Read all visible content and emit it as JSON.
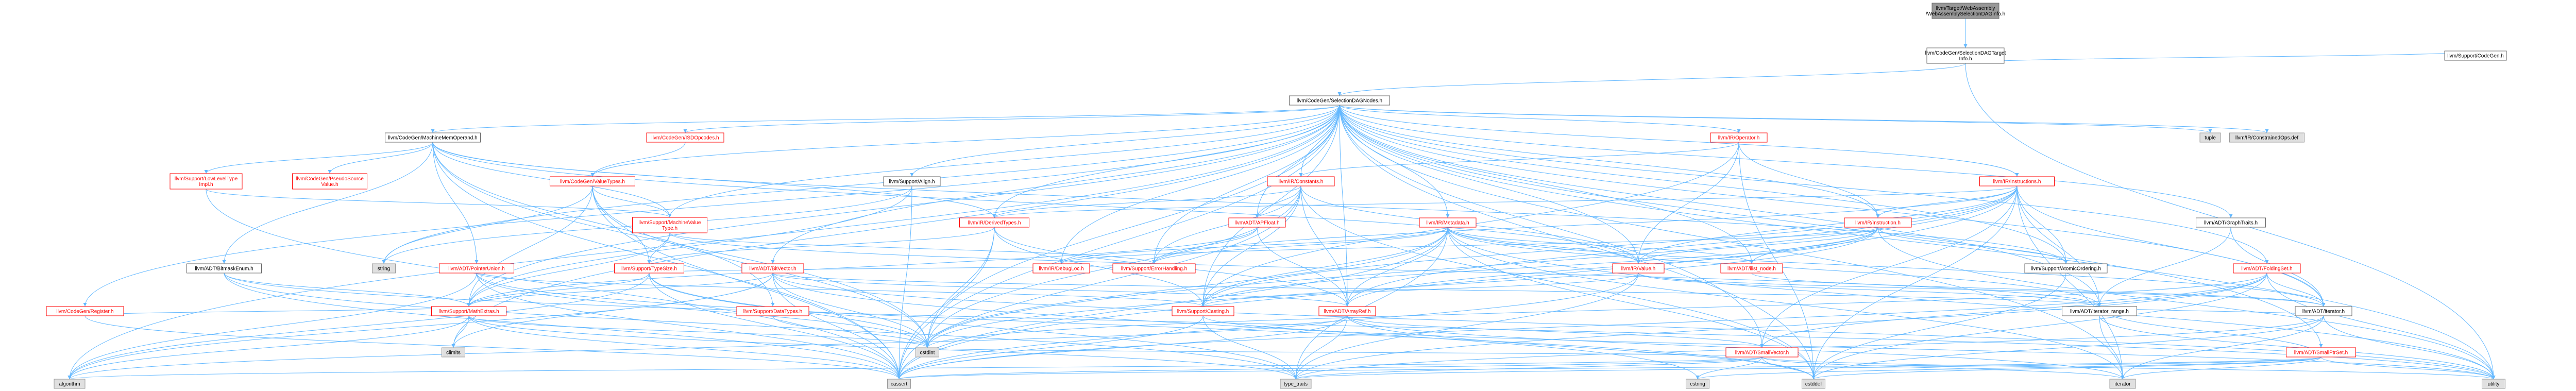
{
  "colors": {
    "root_fill": "#999999",
    "doc_fill": "#ffffff",
    "doc_stroke": "#666666",
    "doc_text": "#000000",
    "red_text": "#ff0000",
    "red_stroke": "#ff0000",
    "ext_fill": "#e0e0e0",
    "ext_stroke": "#999999",
    "edge": "#63b8ff",
    "background": "#ffffff"
  },
  "nodes": {
    "root": [
      "llvm/Target/WebAssembly",
      "/WebAssemblySelectionDAGInfo.h"
    ],
    "sdtinfo": [
      "llvm/CodeGen/SelectionDAGTarget",
      "Info.h"
    ],
    "codegen": [
      "llvm/Support/CodeGen.h"
    ],
    "sdnodes": [
      "llvm/CodeGen/SelectionDAGNodes.h"
    ],
    "mmo": [
      "llvm/CodeGen/MachineMemOperand.h"
    ],
    "isdopcodes": [
      "llvm/CodeGen/ISDOpcodes.h"
    ],
    "operator": [
      "llvm/IR/Operator.h"
    ],
    "tuple": [
      "tuple"
    ],
    "constrainedops": [
      "llvm/IR/ConstrainedOps.def"
    ],
    "lowlevel": [
      "llvm/Support/LowLevelType",
      "Impl.h"
    ],
    "pseudosrc": [
      "llvm/CodeGen/PseudoSource",
      "Value.h"
    ],
    "valuetypes": [
      "llvm/CodeGen/ValueTypes.h"
    ],
    "alignh": [
      "llvm/Support/Align.h"
    ],
    "constants": [
      "llvm/IR/Constants.h"
    ],
    "instructions": [
      "llvm/IR/Instructions.h"
    ],
    "graphtraits": [
      "llvm/ADT/GraphTraits.h"
    ],
    "mvt": [
      "llvm/Support/MachineValue",
      "Type.h"
    ],
    "string": [
      "string"
    ],
    "derivedtypes": [
      "llvm/IR/DerivedTypes.h"
    ],
    "apfloat": [
      "llvm/ADT/APFloat.h"
    ],
    "metadata": [
      "llvm/IR/Metadata.h"
    ],
    "instruction": [
      "llvm/IR/Instruction.h"
    ],
    "bitmask": [
      "llvm/ADT/BitmaskEnum.h"
    ],
    "ptrunion": [
      "llvm/ADT/PointerUnion.h"
    ],
    "typesize": [
      "llvm/Support/TypeSize.h"
    ],
    "bitvector": [
      "llvm/ADT/BitVector.h"
    ],
    "errhandling": [
      "llvm/Support/ErrorHandling.h"
    ],
    "debugloc": [
      "llvm/IR/DebugLoc.h"
    ],
    "value": [
      "llvm/IR/Value.h"
    ],
    "ilist": [
      "llvm/ADT/ilist_node.h"
    ],
    "atomic": [
      "llvm/Support/AtomicOrdering.h"
    ],
    "foldingset": [
      "llvm/ADT/FoldingSet.h"
    ],
    "register": [
      "llvm/CodeGen/Register.h"
    ],
    "mathextras": [
      "llvm/Support/MathExtras.h"
    ],
    "datatypes": [
      "llvm/Support/DataTypes.h"
    ],
    "casting": [
      "llvm/Support/Casting.h"
    ],
    "arrayref": [
      "llvm/ADT/ArrayRef.h"
    ],
    "itrange": [
      "llvm/ADT/iterator_range.h"
    ],
    "iteratorh": [
      "llvm/ADT/iterator.h"
    ],
    "climits": [
      "climits"
    ],
    "cstdint": [
      "cstdint"
    ],
    "smallvector": [
      "llvm/ADT/SmallVector.h"
    ],
    "smallptrset": [
      "llvm/ADT/SmallPtrSet.h"
    ],
    "algorithm": [
      "algorithm"
    ],
    "cassert": [
      "cassert"
    ],
    "type_traits": [
      "type_traits"
    ],
    "cstring": [
      "cstring"
    ],
    "cstddef": [
      "cstddef"
    ],
    "iterator": [
      "iterator"
    ],
    "utility": [
      "utility"
    ]
  }
}
